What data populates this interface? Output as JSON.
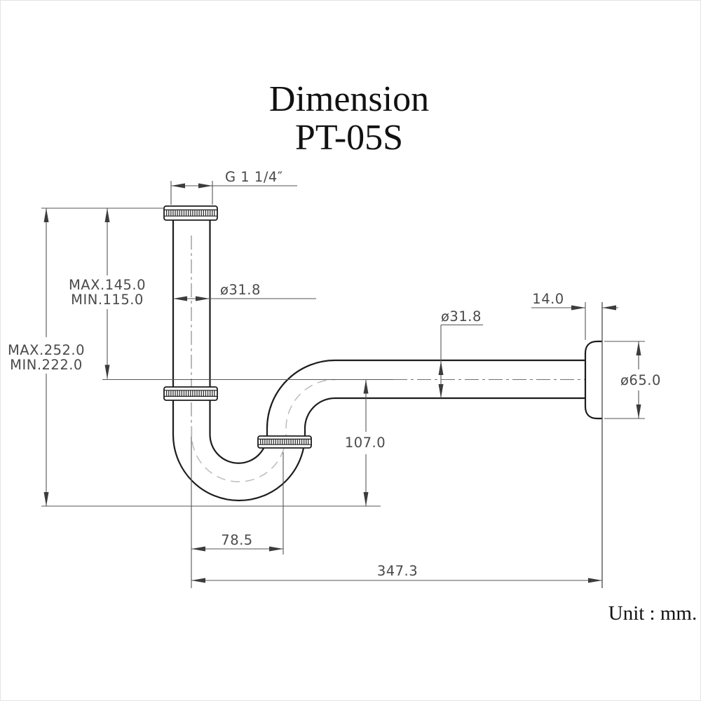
{
  "title": {
    "line1": "Dimension",
    "line2": "PT-05S"
  },
  "unit_label": "Unit : mm.",
  "dims": {
    "thread_size": "G 1 1/4″",
    "inlet_length_max": "MAX.145.0",
    "inlet_length_min": "MIN.115.0",
    "overall_height_max": "MAX.252.0",
    "overall_height_min": "MIN.222.0",
    "inlet_pipe_diameter": "ø31.8",
    "outlet_pipe_diameter": "ø31.8",
    "flange_depth": "14.0",
    "flange_diameter": "ø65.0",
    "trap_depth": "107.0",
    "trap_offset": "78.5",
    "overall_length": "347.3"
  },
  "colors": {
    "outline": "#1c1c1c",
    "dimension_line": "#555555",
    "dimension_text": "#4a4a4a",
    "centerline": "#707070",
    "flow_centerline": "#bcbcbc",
    "background": "#ffffff"
  }
}
